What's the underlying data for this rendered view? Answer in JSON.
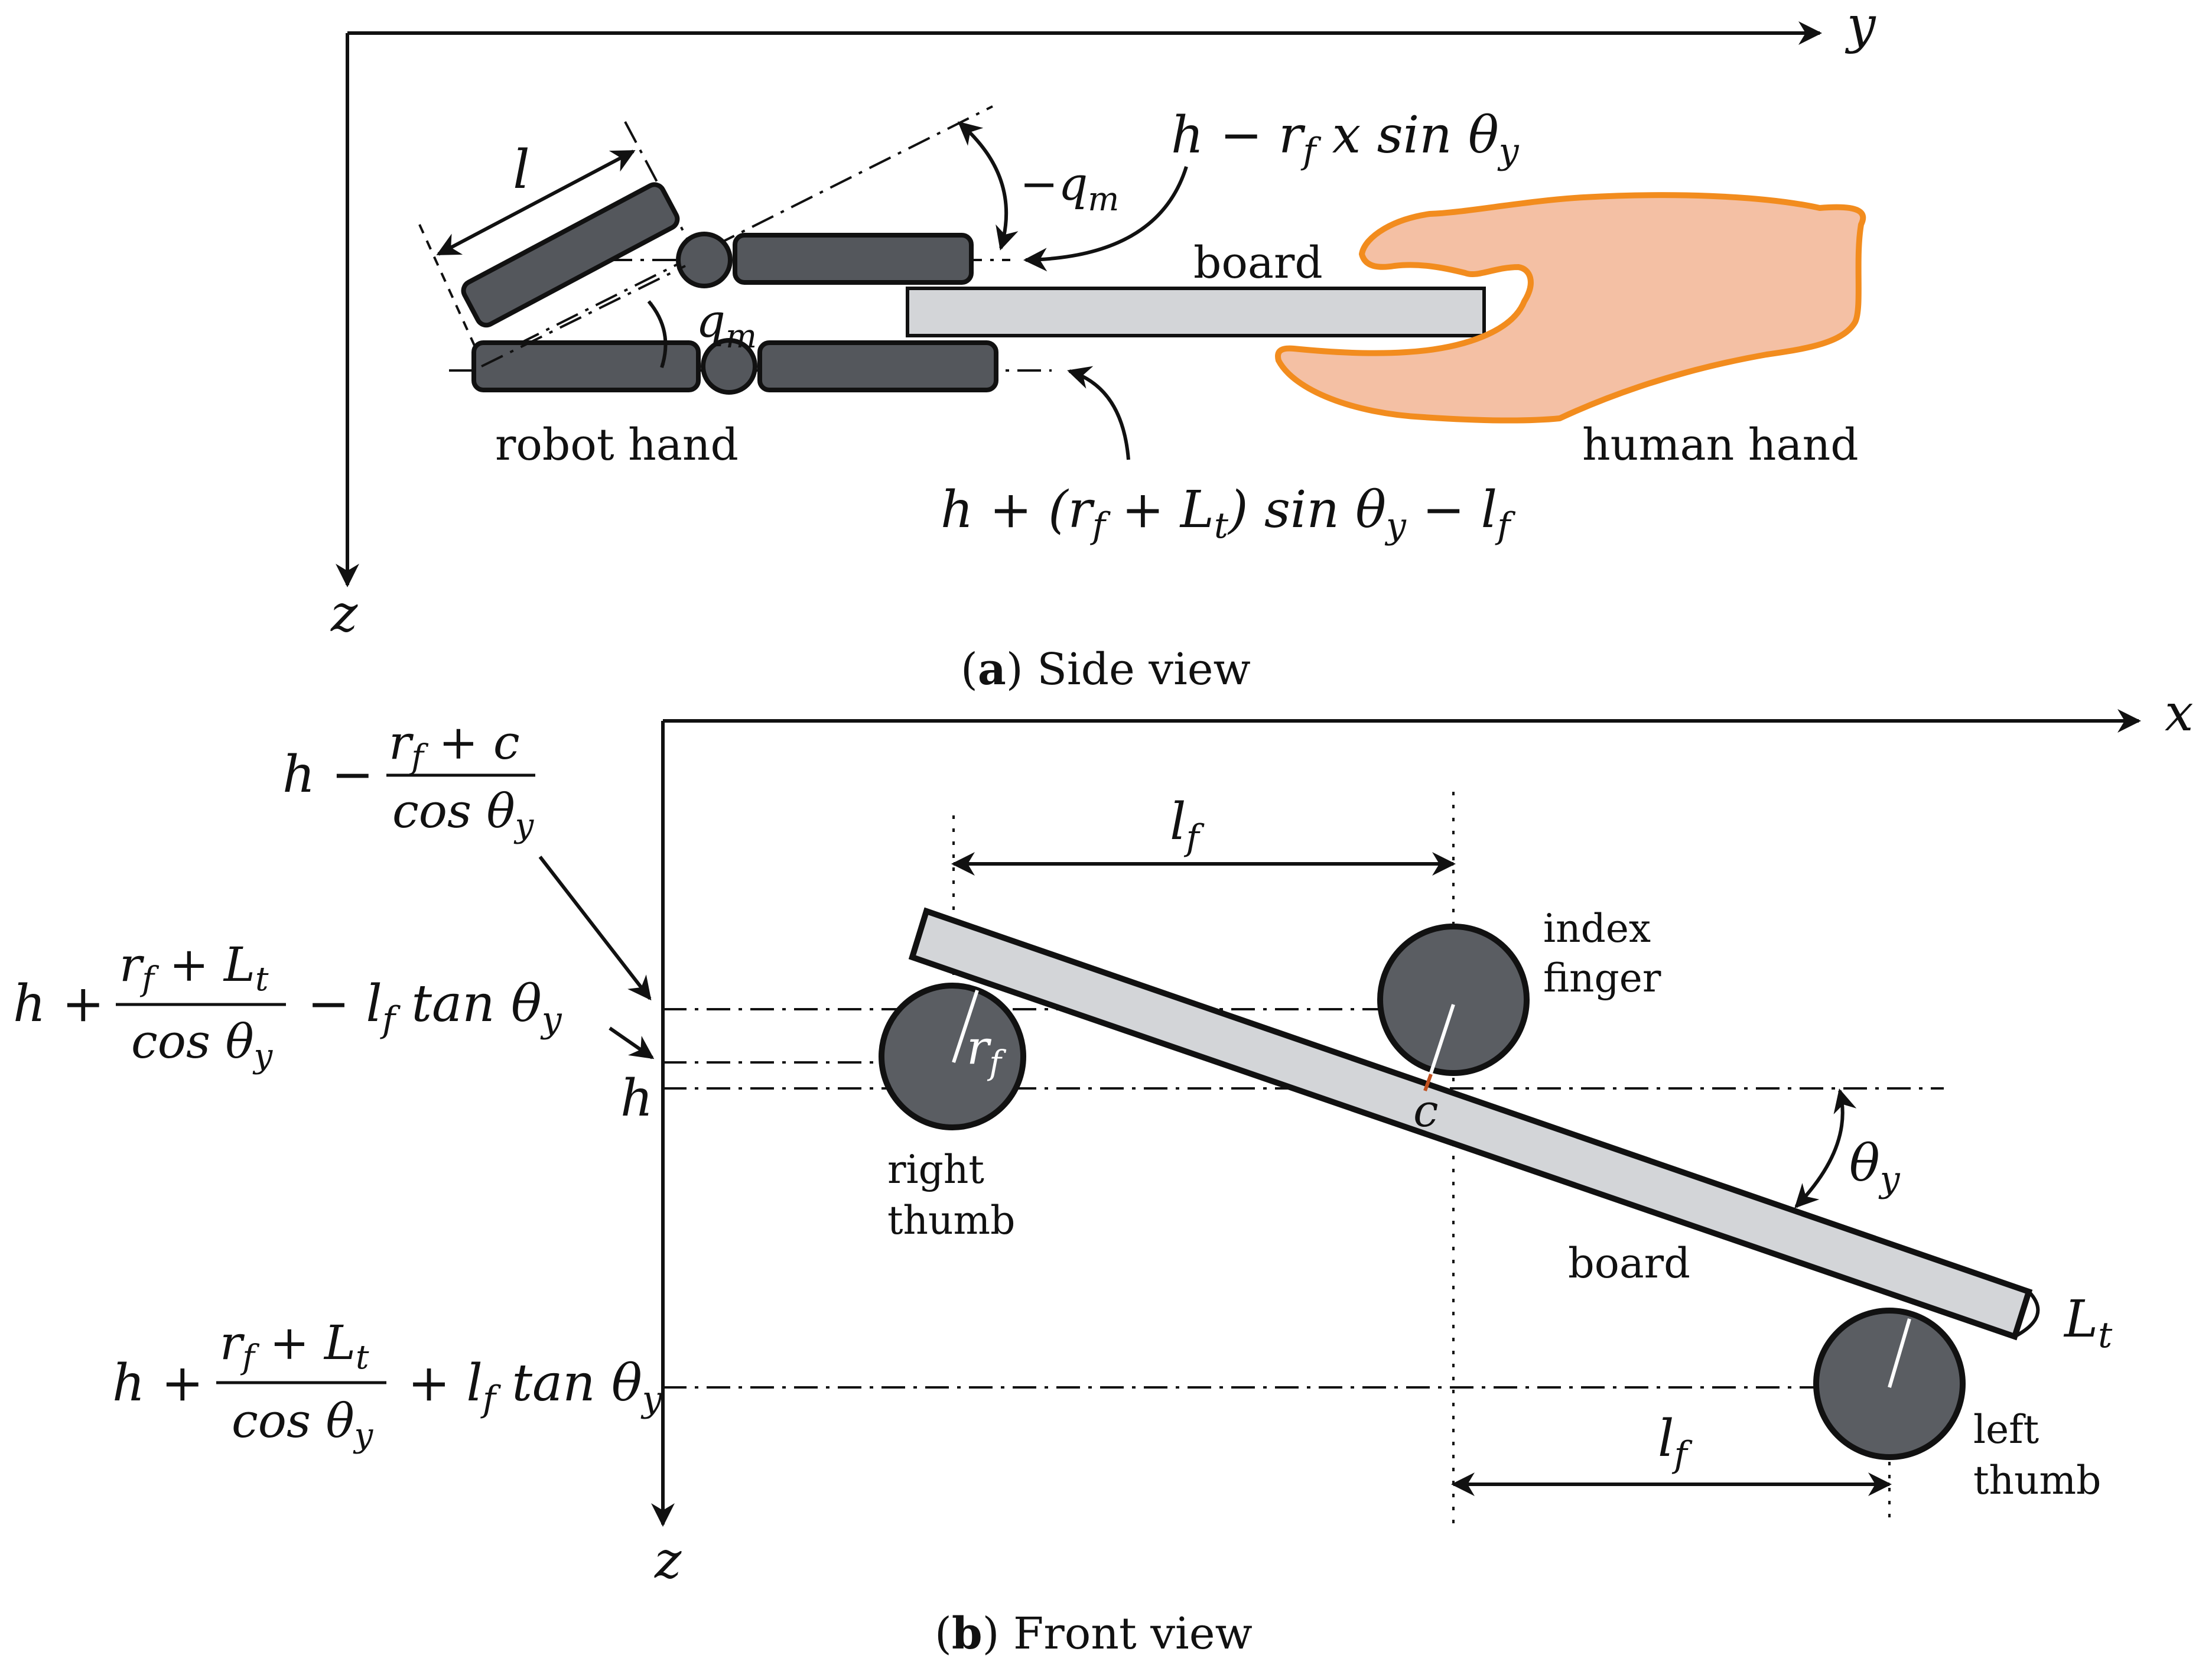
{
  "colors": {
    "board_fill": "#d3d5d8",
    "finger_fill": "#5a5d62",
    "human_hand_fill": "#f4c0a4",
    "human_hand_outline": "#f28c1e",
    "contact_mark": "#c0501e"
  },
  "side_view": {
    "caption_letter": "a",
    "caption_text": "Side view",
    "axis_y": "y",
    "axis_z": "z",
    "label_l": "l",
    "label_qm_neg": "−q",
    "label_qm_neg_sub": "m",
    "label_qm": "q",
    "label_qm_sub": "m",
    "label_board": "board",
    "label_robot_hand": "robot hand",
    "label_human_hand": "human hand",
    "eq_top": "h − r_f x sin θ_y",
    "eq_bottom": "h + (r_f + L_t) sin θ_y − l_f"
  },
  "front_view": {
    "caption_letter": "b",
    "caption_text": "Front view",
    "axis_x": "x",
    "axis_z": "z",
    "label_lf_top": "l_f",
    "label_lf_bottom": "l_f",
    "label_index_finger_1": "index",
    "label_index_finger_2": "finger",
    "label_right_thumb_1": "right",
    "label_right_thumb_2": "thumb",
    "label_left_thumb_1": "left",
    "label_left_thumb_2": "thumb",
    "label_board": "board",
    "label_rf": "r_f",
    "label_c": "c",
    "label_theta": "θ_y",
    "label_Lt": "L_t",
    "label_h": "h",
    "eq1_prefix": "h −",
    "eq1_num": "r_f + c",
    "eq1_den": "cos θ_y",
    "eq2_prefix": "h +",
    "eq2_num": "r_f + L_t",
    "eq2_den": "cos θ_y",
    "eq2_suffix": "− l_f tan θ_y",
    "eq3_prefix": "h +",
    "eq3_num": "r_f + L_t",
    "eq3_den": "cos θ_y",
    "eq3_suffix": "+ l_f tan θ_y"
  }
}
